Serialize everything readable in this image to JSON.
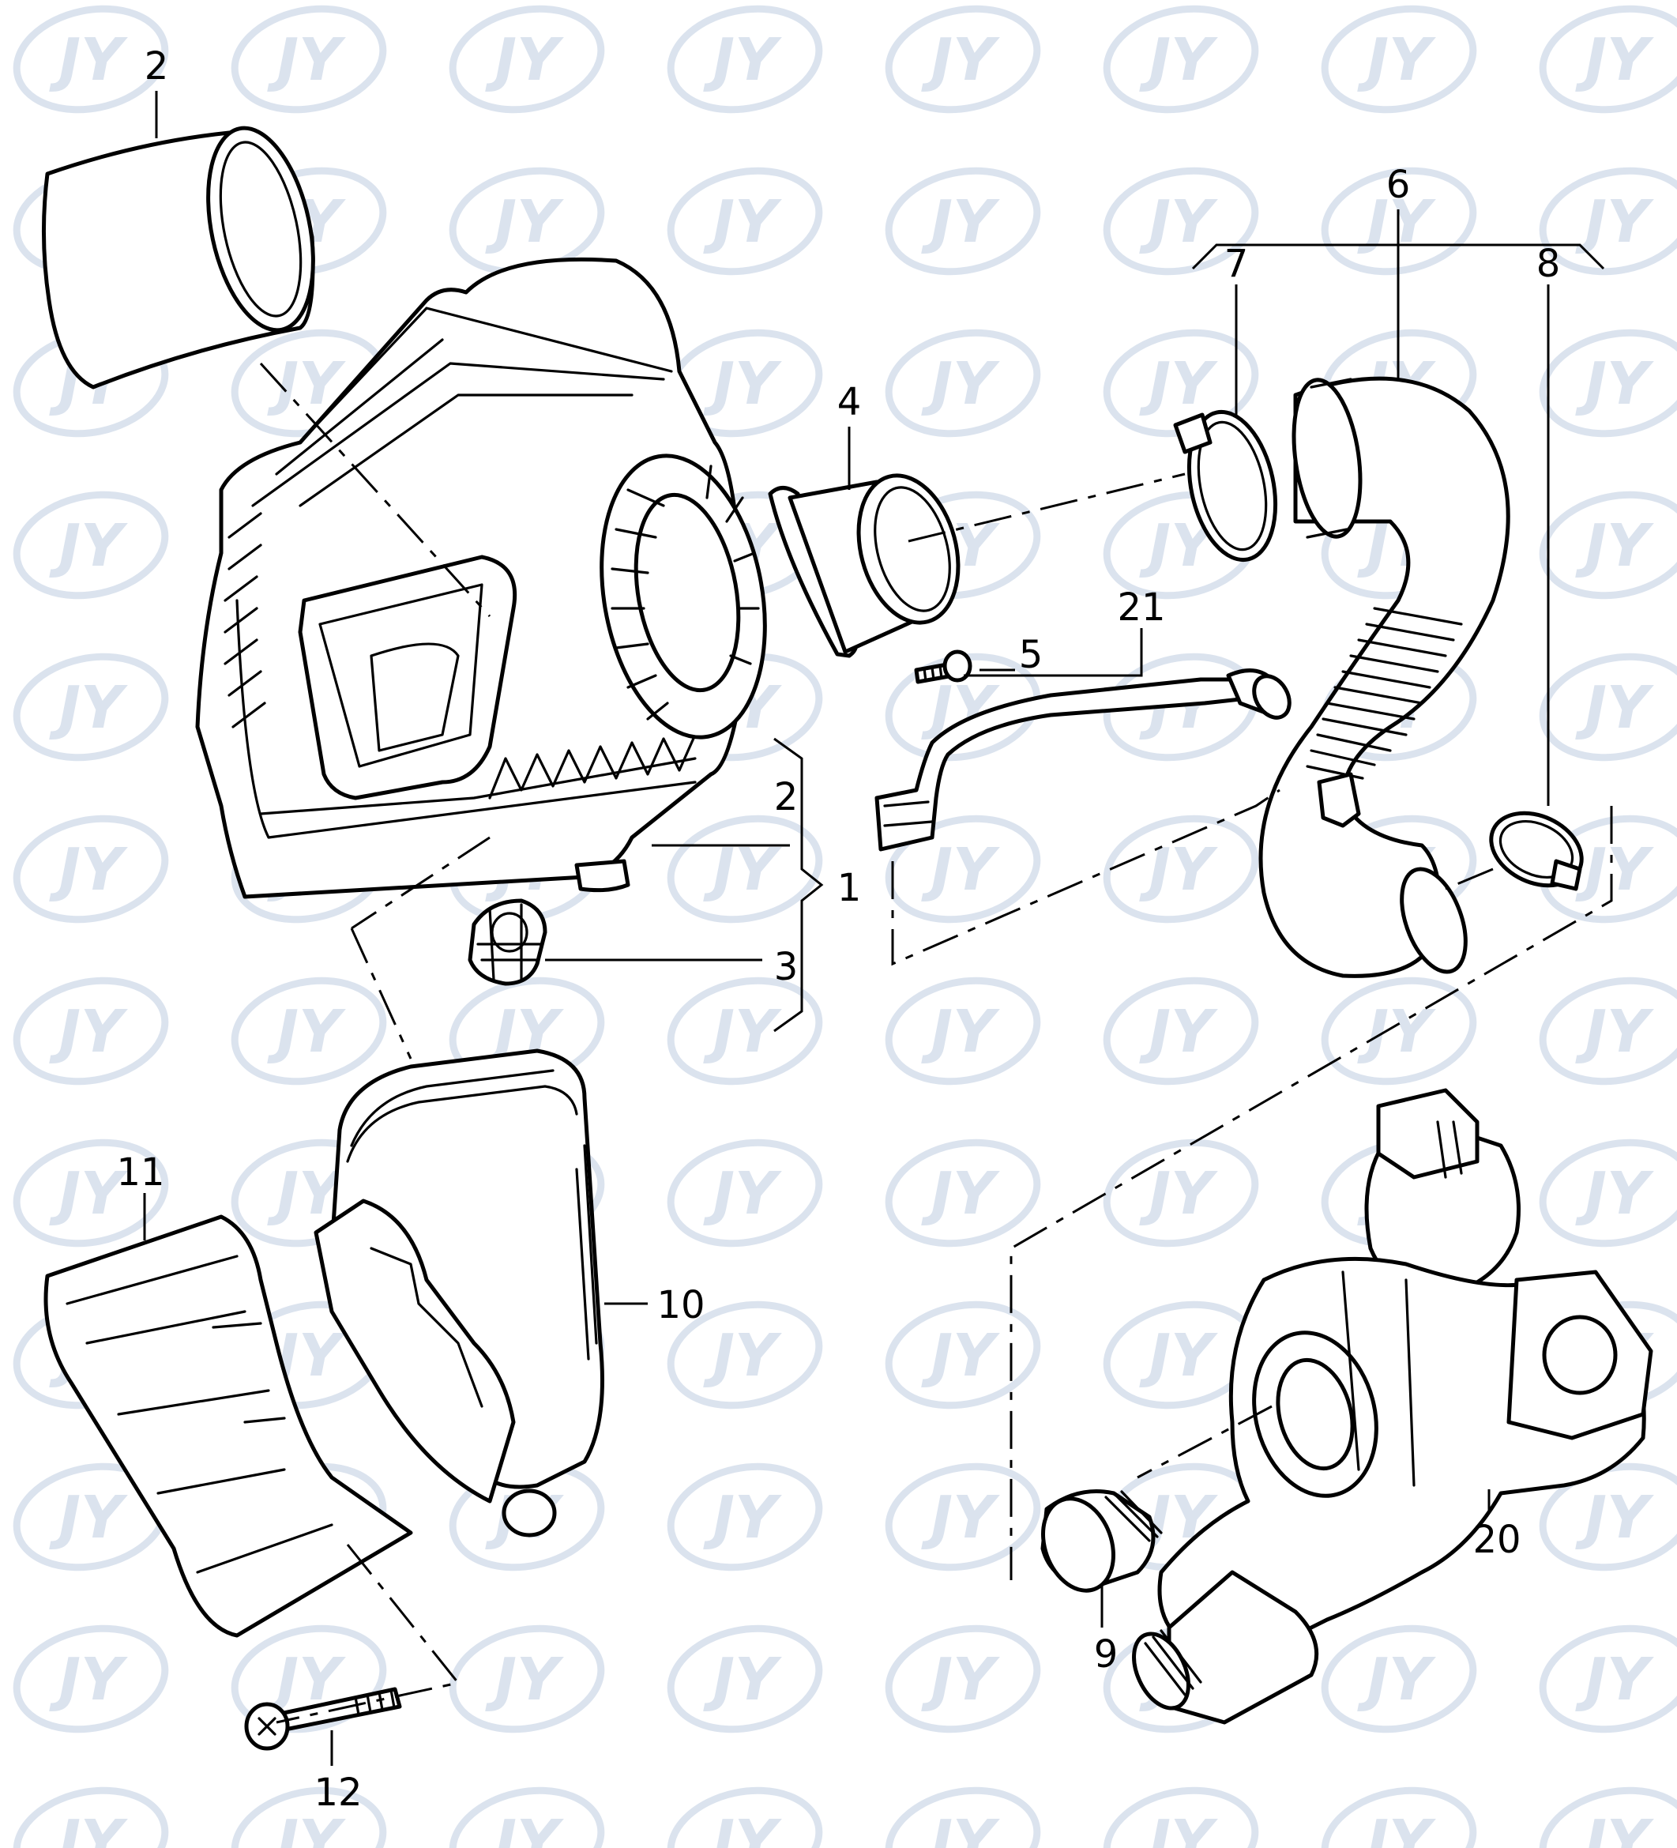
{
  "watermark": {
    "text": "JY",
    "color": "#dbe3ee"
  },
  "callouts": [
    {
      "id": "c2a",
      "label": "2"
    },
    {
      "id": "c4",
      "label": "4"
    },
    {
      "id": "c6",
      "label": "6"
    },
    {
      "id": "c7",
      "label": "7"
    },
    {
      "id": "c8",
      "label": "8"
    },
    {
      "id": "c21",
      "label": "21"
    },
    {
      "id": "c5",
      "label": "5"
    },
    {
      "id": "c2b",
      "label": "2"
    },
    {
      "id": "c1",
      "label": "1"
    },
    {
      "id": "c3",
      "label": "3"
    },
    {
      "id": "c11",
      "label": "11"
    },
    {
      "id": "c10",
      "label": "10"
    },
    {
      "id": "c20",
      "label": "20"
    },
    {
      "id": "c9",
      "label": "9"
    },
    {
      "id": "c12",
      "label": "12"
    }
  ]
}
